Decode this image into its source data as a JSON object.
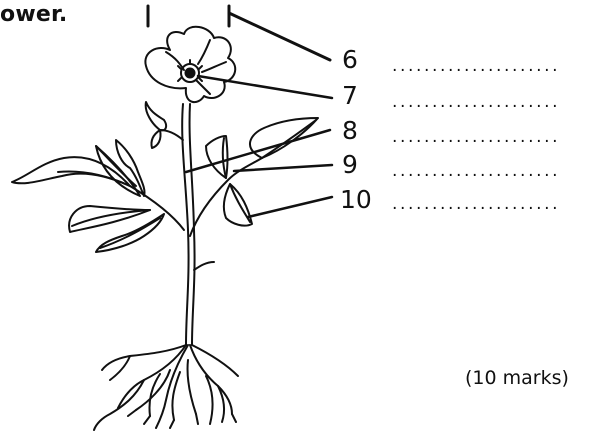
{
  "fragment_text": "ower.",
  "labels": [
    {
      "number": "6",
      "answer_blank": "....................."
    },
    {
      "number": "7",
      "answer_blank": "....................."
    },
    {
      "number": "8",
      "answer_blank": "....................."
    },
    {
      "number": "9",
      "answer_blank": "....................."
    },
    {
      "number": "10",
      "answer_blank": "....................."
    }
  ],
  "marks_text": "(10 marks)"
}
